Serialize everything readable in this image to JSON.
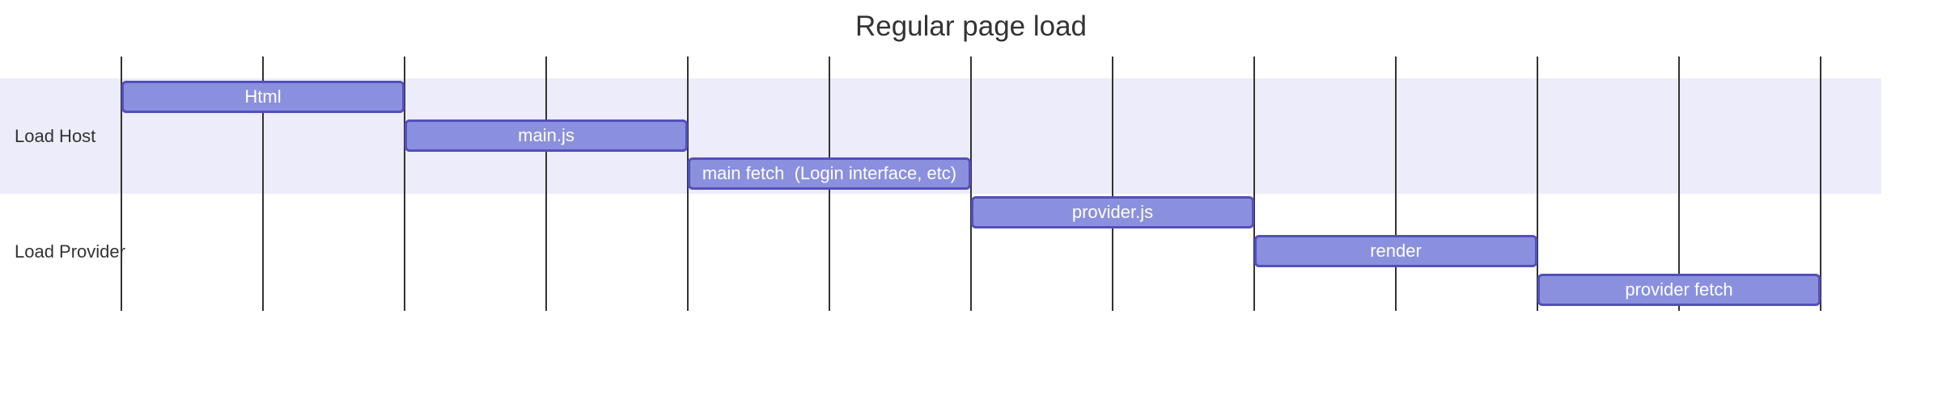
{
  "page": {
    "background": "#ffffff"
  },
  "chart_data": {
    "type": "gantt",
    "title": "Regular page load",
    "legend_position": "none",
    "grid": {
      "vertical_lines": true,
      "tick_count": 13,
      "tick_labels": [],
      "x_axis_labels_visible": false
    },
    "sections": [
      {
        "name": "Load Host",
        "rows": 3,
        "background": "#ececfa"
      },
      {
        "name": "Load Provider",
        "rows": 3,
        "background": "#ffffff"
      }
    ],
    "tasks": [
      {
        "label": "Html",
        "section": "Load Host",
        "row": 0,
        "start_tick": 0,
        "end_tick": 2
      },
      {
        "label": "main.js",
        "section": "Load Host",
        "row": 1,
        "start_tick": 2,
        "end_tick": 4
      },
      {
        "label": "main fetch  (Login interface, etc)",
        "section": "Load Host",
        "row": 2,
        "start_tick": 4,
        "end_tick": 6
      },
      {
        "label": "provider.js",
        "section": "Load Provider",
        "row": 3,
        "start_tick": 6,
        "end_tick": 8
      },
      {
        "label": "render",
        "section": "Load Provider",
        "row": 4,
        "start_tick": 8,
        "end_tick": 10
      },
      {
        "label": "provider fetch",
        "section": "Load Provider",
        "row": 5,
        "start_tick": 10,
        "end_tick": 12
      }
    ],
    "colors": {
      "task_fill": "#8a90dd",
      "task_border": "#534fbc",
      "task_text": "#ffffff",
      "section_band": "#ececfa",
      "grid_line": "#333333",
      "label_text": "#333333",
      "title_text": "#333333"
    }
  }
}
